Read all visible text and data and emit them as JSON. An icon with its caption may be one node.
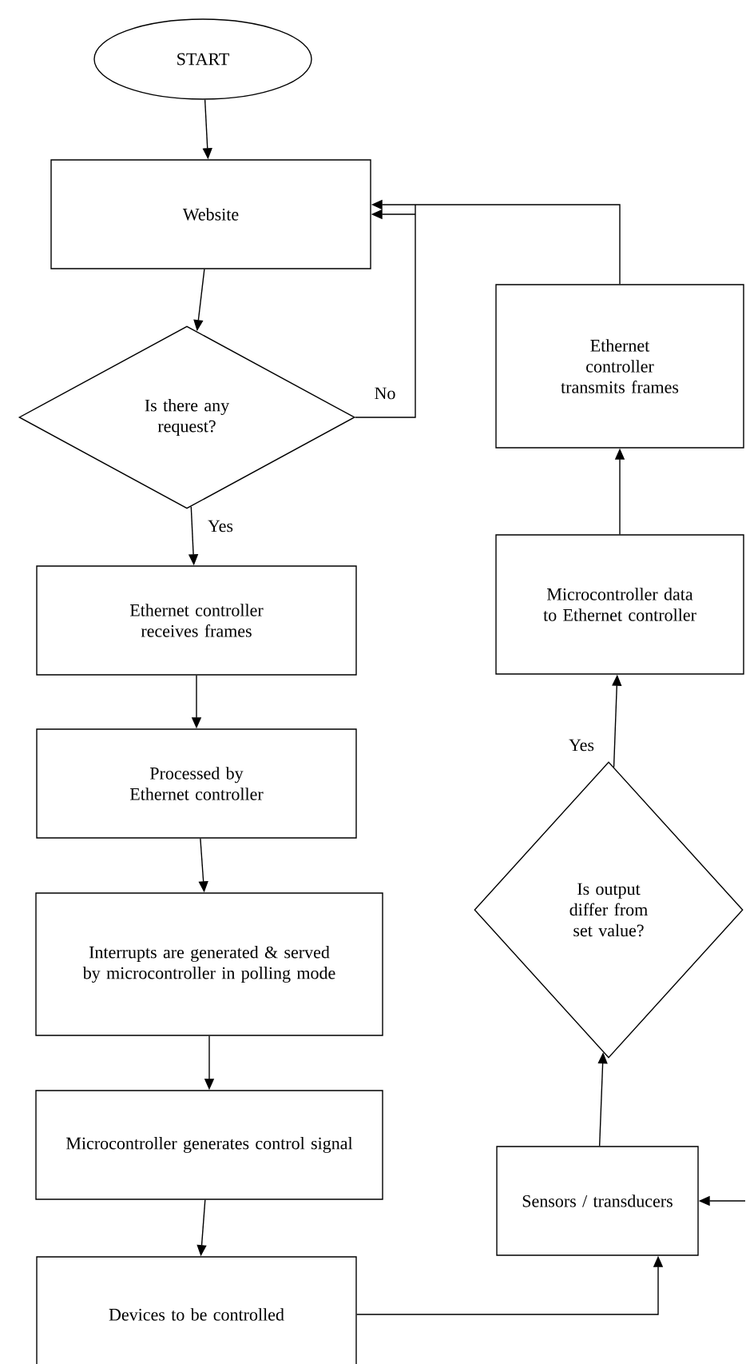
{
  "diagram": {
    "nodes": [
      {
        "text": [
          "START"
        ]
      },
      {
        "text": [
          "Website"
        ]
      },
      {
        "text": [
          "Is there any request?"
        ]
      },
      {
        "text": [
          "Ethernet controller receives frames"
        ]
      },
      {
        "text": [
          "Processed by Ethernet controller"
        ]
      },
      {
        "text": [
          "Interrupts are generated & served by microcontroller in polling mode"
        ]
      },
      {
        "text": [
          "Microcontroller generates control signal"
        ]
      },
      {
        "text": [
          "Devices to be controlled"
        ]
      },
      {
        "text": [
          "Ethernet controller transmits frames"
        ]
      },
      {
        "text": [
          "Microcontroller data to Ethernet controller"
        ]
      },
      {
        "text": [
          "Is output differ from set value?"
        ]
      },
      {
        "text": [
          "Sensors / transducers"
        ]
      }
    ],
    "edges": [
      {
        "from": 0,
        "to": 1,
        "arrow": "to"
      },
      {
        "from": 1,
        "to": 2,
        "arrow": "to"
      },
      {
        "from": 2,
        "to": 1,
        "arrow": "to",
        "label": "No"
      },
      {
        "from": 8,
        "to": 1,
        "arrow": "to"
      },
      {
        "from": 2,
        "to": 3,
        "arrow": "to",
        "label": "Yes"
      },
      {
        "from": 3,
        "to": 4,
        "arrow": "to"
      },
      {
        "from": 4,
        "to": 5,
        "arrow": "to"
      },
      {
        "from": 5,
        "to": 6,
        "arrow": "to"
      },
      {
        "from": 6,
        "to": 7,
        "arrow": "to"
      },
      {
        "from": 7,
        "to": 11,
        "arrow": "to"
      },
      {
        "from": 11,
        "to": 10,
        "arrow": "to"
      },
      {
        "from": 10,
        "to": 9,
        "arrow": "to",
        "label": "Yes"
      },
      {
        "from": 9,
        "to": 8,
        "arrow": "to"
      },
      {
        "from": null,
        "to": 11,
        "arrow": "to"
      }
    ]
  }
}
